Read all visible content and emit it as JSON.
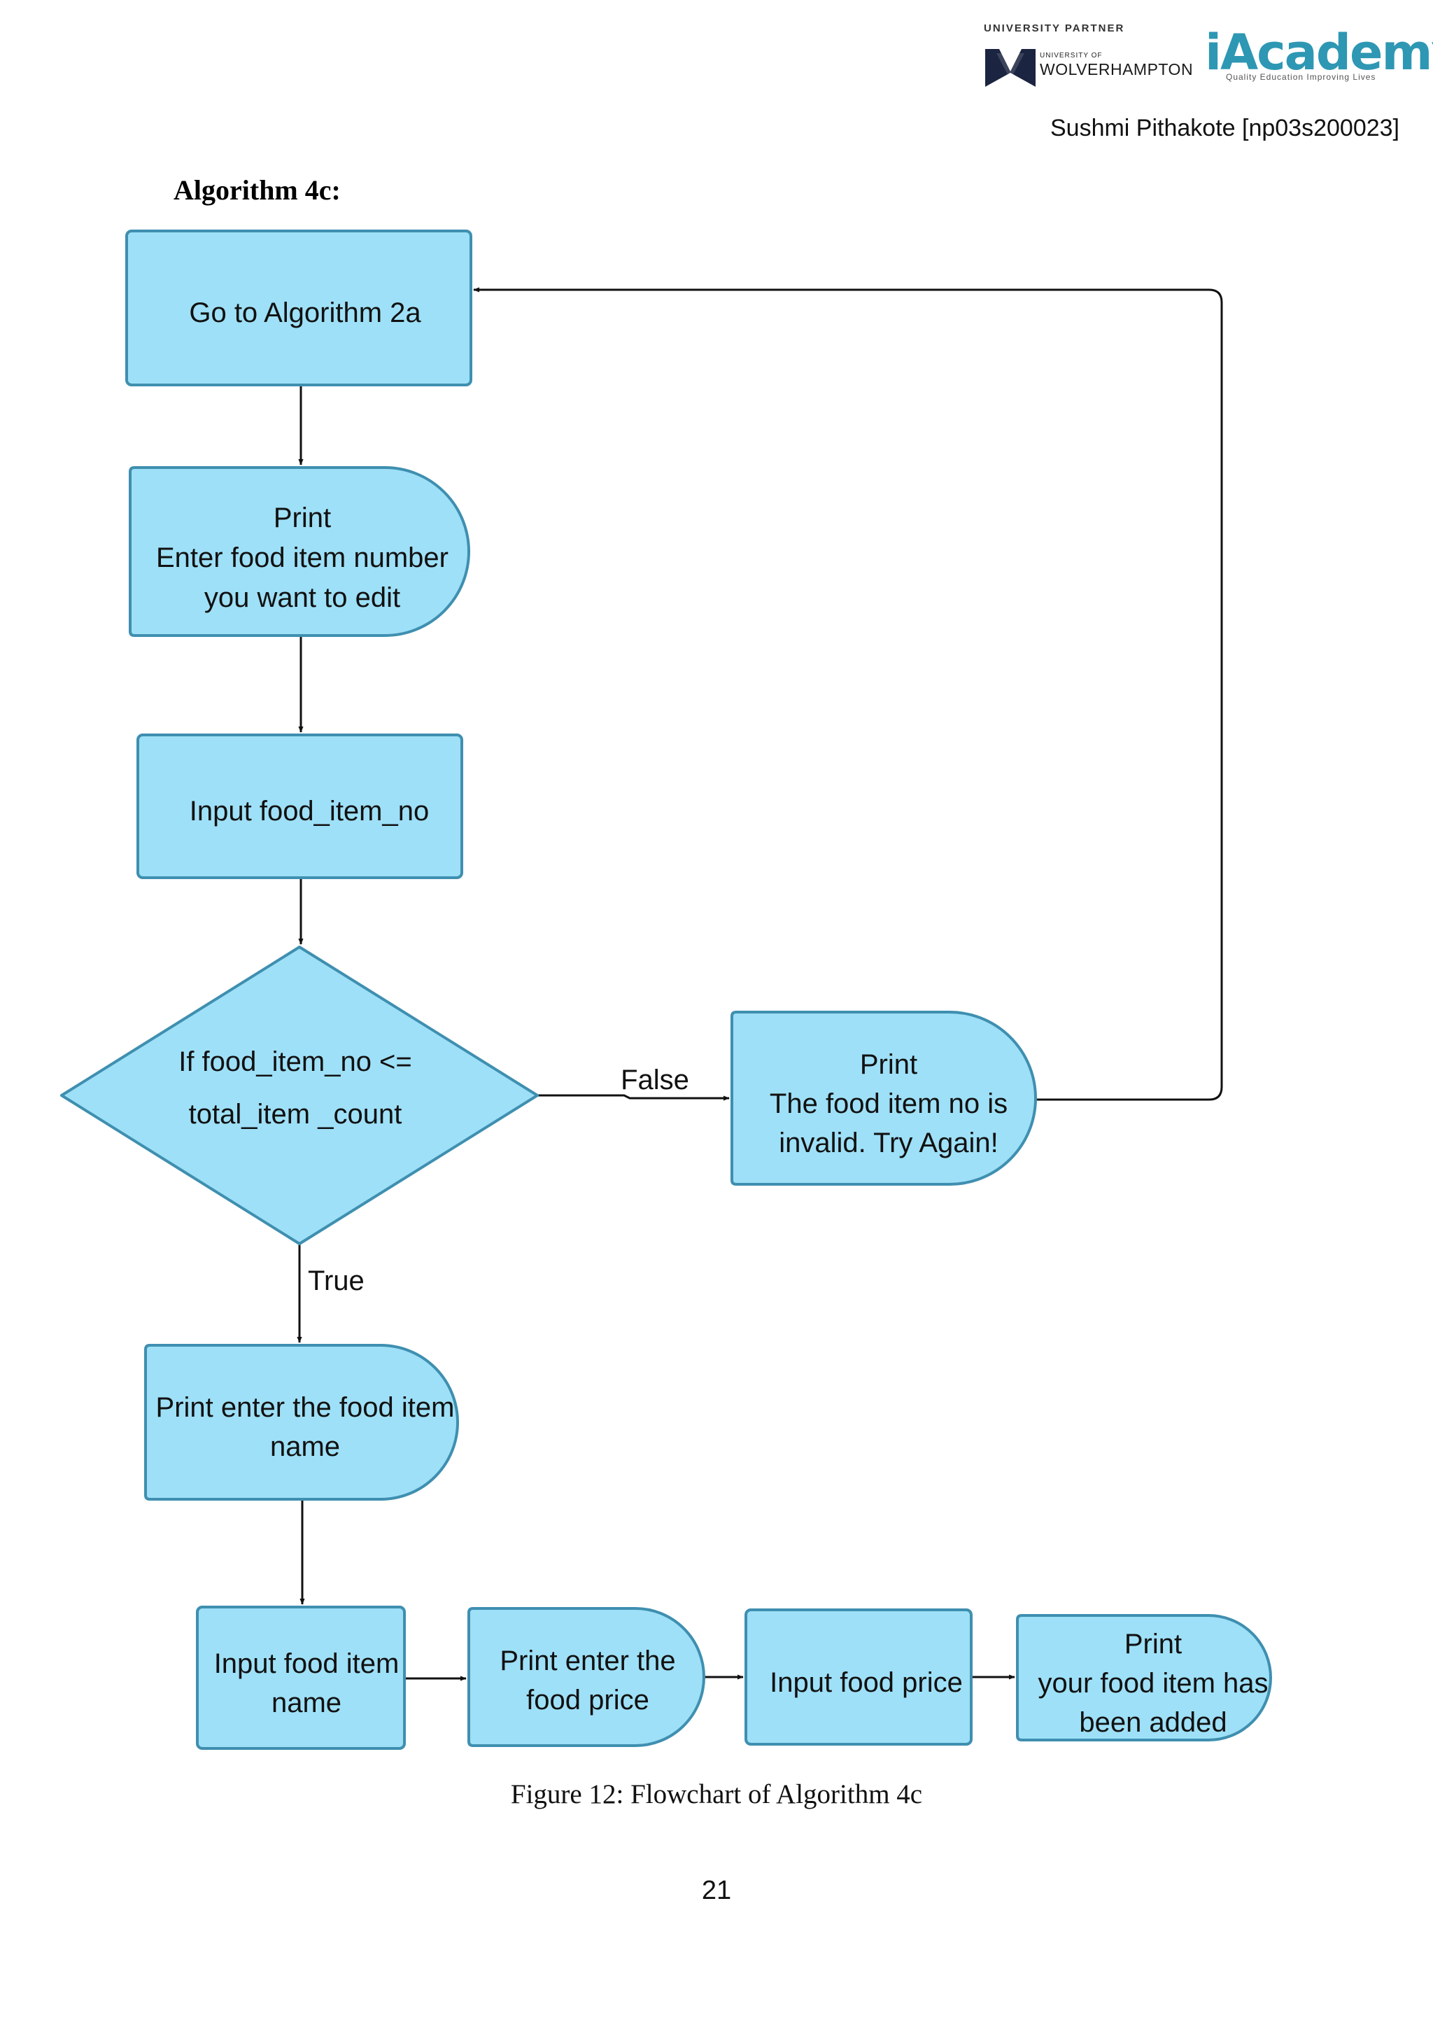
{
  "header": {
    "partner_label": "UNIVERSITY PARTNER",
    "university_small": "UNIVERSITY OF",
    "university_name": "WOLVERHAMPTON",
    "academy_logo": "iAcademy",
    "academy_tagline": "Quality Education Improving Lives",
    "author": "Sushmi Pithakote [np03s200023]"
  },
  "algorithm_title": "Algorithm 4c:",
  "colors": {
    "node_fill": "#9ee0f7",
    "node_stroke": "#3f8fb0",
    "edge": "#111111"
  },
  "flowchart": {
    "nodes": [
      {
        "id": "goto",
        "shape": "process",
        "lines": [
          "Go to Algorithm 2a"
        ]
      },
      {
        "id": "print-enter-no",
        "shape": "display",
        "lines": [
          "Print",
          "Enter food item number",
          "you want to edit"
        ]
      },
      {
        "id": "input-no",
        "shape": "process",
        "lines": [
          "Input food_item_no"
        ]
      },
      {
        "id": "decision",
        "shape": "decision",
        "lines": [
          "If food_item_no <=",
          "total_item _count"
        ]
      },
      {
        "id": "print-invalid",
        "shape": "display",
        "lines": [
          "Print",
          "The food item no is",
          "invalid. Try Again!"
        ]
      },
      {
        "id": "print-enter-name",
        "shape": "display",
        "lines": [
          "Print enter the food item",
          "name"
        ]
      },
      {
        "id": "input-name",
        "shape": "process",
        "lines": [
          "Input food item",
          "name"
        ]
      },
      {
        "id": "print-enter-price",
        "shape": "display",
        "lines": [
          "Print enter the",
          "food price"
        ]
      },
      {
        "id": "input-price",
        "shape": "process",
        "lines": [
          "Input food price"
        ]
      },
      {
        "id": "print-added",
        "shape": "display",
        "lines": [
          "Print",
          "your food item has",
          "been added"
        ]
      }
    ],
    "edges": [
      {
        "from": "goto",
        "to": "print-enter-no",
        "label": ""
      },
      {
        "from": "print-enter-no",
        "to": "input-no",
        "label": ""
      },
      {
        "from": "input-no",
        "to": "decision",
        "label": ""
      },
      {
        "from": "decision",
        "to": "print-invalid",
        "label": "False"
      },
      {
        "from": "print-invalid",
        "to": "goto",
        "label": ""
      },
      {
        "from": "decision",
        "to": "print-enter-name",
        "label": "True"
      },
      {
        "from": "print-enter-name",
        "to": "input-name",
        "label": ""
      },
      {
        "from": "input-name",
        "to": "print-enter-price",
        "label": ""
      },
      {
        "from": "print-enter-price",
        "to": "input-price",
        "label": ""
      },
      {
        "from": "input-price",
        "to": "print-added",
        "label": ""
      }
    ]
  },
  "caption": "Figure 12: Flowchart of Algorithm 4c",
  "page_number": "21"
}
